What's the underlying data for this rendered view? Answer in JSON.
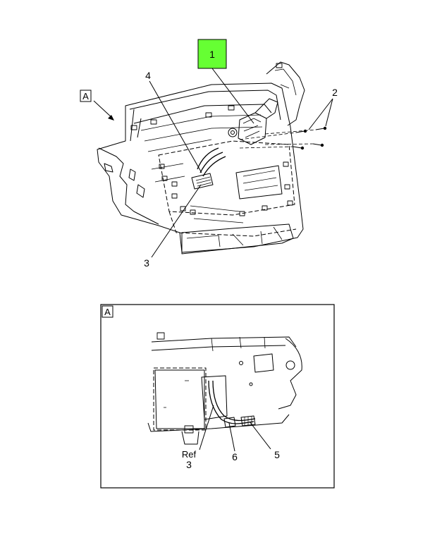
{
  "accent": {
    "callout_highlight": "#66ff33",
    "line": "#000000",
    "background": "#ffffff"
  },
  "main_view": {
    "view_label": "A",
    "callouts": {
      "c1": "1",
      "c2": "2",
      "c3": "3",
      "c4": "4"
    }
  },
  "detail_view": {
    "view_label": "A",
    "callouts": {
      "ref_word": "Ref",
      "ref_num": "3",
      "c5": "5",
      "c6": "6"
    }
  }
}
